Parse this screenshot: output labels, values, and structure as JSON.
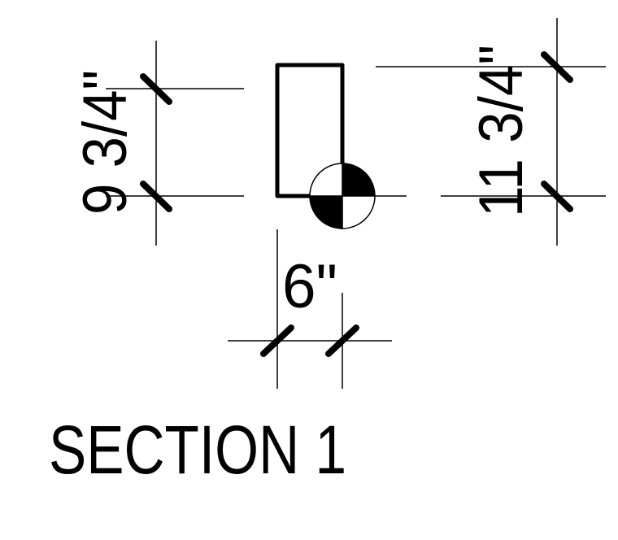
{
  "drawing": {
    "title": "SECTION 1",
    "dimensions": {
      "left_height": "9 3/4\"",
      "right_height": "11 3/4\"",
      "width": "6\""
    },
    "colors": {
      "ink": "#000000",
      "paper": "#ffffff"
    }
  }
}
